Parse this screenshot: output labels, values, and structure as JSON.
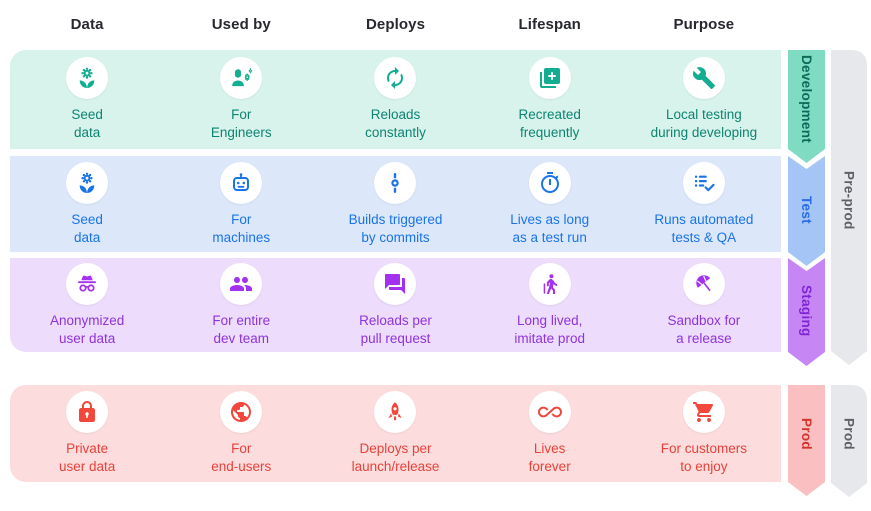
{
  "columns": [
    {
      "label": "Data"
    },
    {
      "label": "Used by"
    },
    {
      "label": "Deploys"
    },
    {
      "label": "Lifespan"
    },
    {
      "label": "Purpose"
    }
  ],
  "rows": [
    {
      "name": "development",
      "ribbon_label": "Development",
      "colors": {
        "bg": "#d8f3ec",
        "icon": "#13ad91",
        "text": "#0d8472",
        "ribbon": "#7fdcc3",
        "ribbonText": "#0a6b58"
      },
      "cells": [
        {
          "icon": "seed-data-flower-icon",
          "label": "Seed\ndata"
        },
        {
          "icon": "engineer-person-gears-icon",
          "label": "For\nEngineers"
        },
        {
          "icon": "sync-arrows-icon",
          "label": "Reloads\nconstantly"
        },
        {
          "icon": "library-add-icon",
          "label": "Recreated\nfrequently"
        },
        {
          "icon": "wrench-icon",
          "label": "Local testing\nduring developing"
        }
      ]
    },
    {
      "name": "test",
      "ribbon_label": "Test",
      "colors": {
        "bg": "#dce8fa",
        "icon": "#1a73e8",
        "text": "#1a73e8",
        "ribbon": "#a4c5f6",
        "ribbonText": "#2a6be8"
      },
      "cells": [
        {
          "icon": "seed-data-flower-icon",
          "label": "Seed\ndata"
        },
        {
          "icon": "robot-face-icon",
          "label": "For\nmachines"
        },
        {
          "icon": "commit-node-icon",
          "label": "Builds triggered\nby commits"
        },
        {
          "icon": "timer-icon",
          "label": "Lives as long\nas a test run"
        },
        {
          "icon": "checklist-icon",
          "label": "Runs automated\ntests & QA"
        }
      ]
    },
    {
      "name": "staging",
      "ribbon_label": "Staging",
      "colors": {
        "bg": "#eddcfb",
        "icon": "#a430f0",
        "text": "#8e33dd",
        "ribbon": "#c687f4",
        "ribbonText": "#7f24d4"
      },
      "cells": [
        {
          "icon": "incognito-icon",
          "label": "Anonymized\nuser data"
        },
        {
          "icon": "people-group-icon",
          "label": "For entire\ndev team"
        },
        {
          "icon": "chat-forum-icon",
          "label": "Reloads per\npull request"
        },
        {
          "icon": "hiker-with-cane-icon",
          "label": "Long lived,\nimitate prod"
        },
        {
          "icon": "beach-umbrella-icon",
          "label": "Sandbox for\na release"
        }
      ]
    },
    {
      "name": "prod",
      "ribbon_label": "Prod",
      "colors": {
        "bg": "#fcdcdc",
        "icon": "#f1473d",
        "text": "#e8423a",
        "ribbon": "#f9bfc1",
        "ribbonText": "#d3342b"
      },
      "cells": [
        {
          "icon": "lock-icon",
          "label": "Private\nuser data"
        },
        {
          "icon": "globe-icon",
          "label": "For\nend-users"
        },
        {
          "icon": "rocket-launch-icon",
          "label": "Deploys per\nlaunch/release"
        },
        {
          "icon": "infinity-icon",
          "label": "Lives\nforever"
        },
        {
          "icon": "shopping-cart-icon",
          "label": "For customers\nto enjoy"
        }
      ]
    }
  ],
  "groups": [
    {
      "label": "Pre-prod",
      "colors": {
        "ribbon": "#e7e8eb",
        "ribbonText": "#5d6067"
      }
    },
    {
      "label": "Prod",
      "colors": {
        "ribbon": "#e7e8eb",
        "ribbonText": "#5d6067"
      }
    }
  ]
}
